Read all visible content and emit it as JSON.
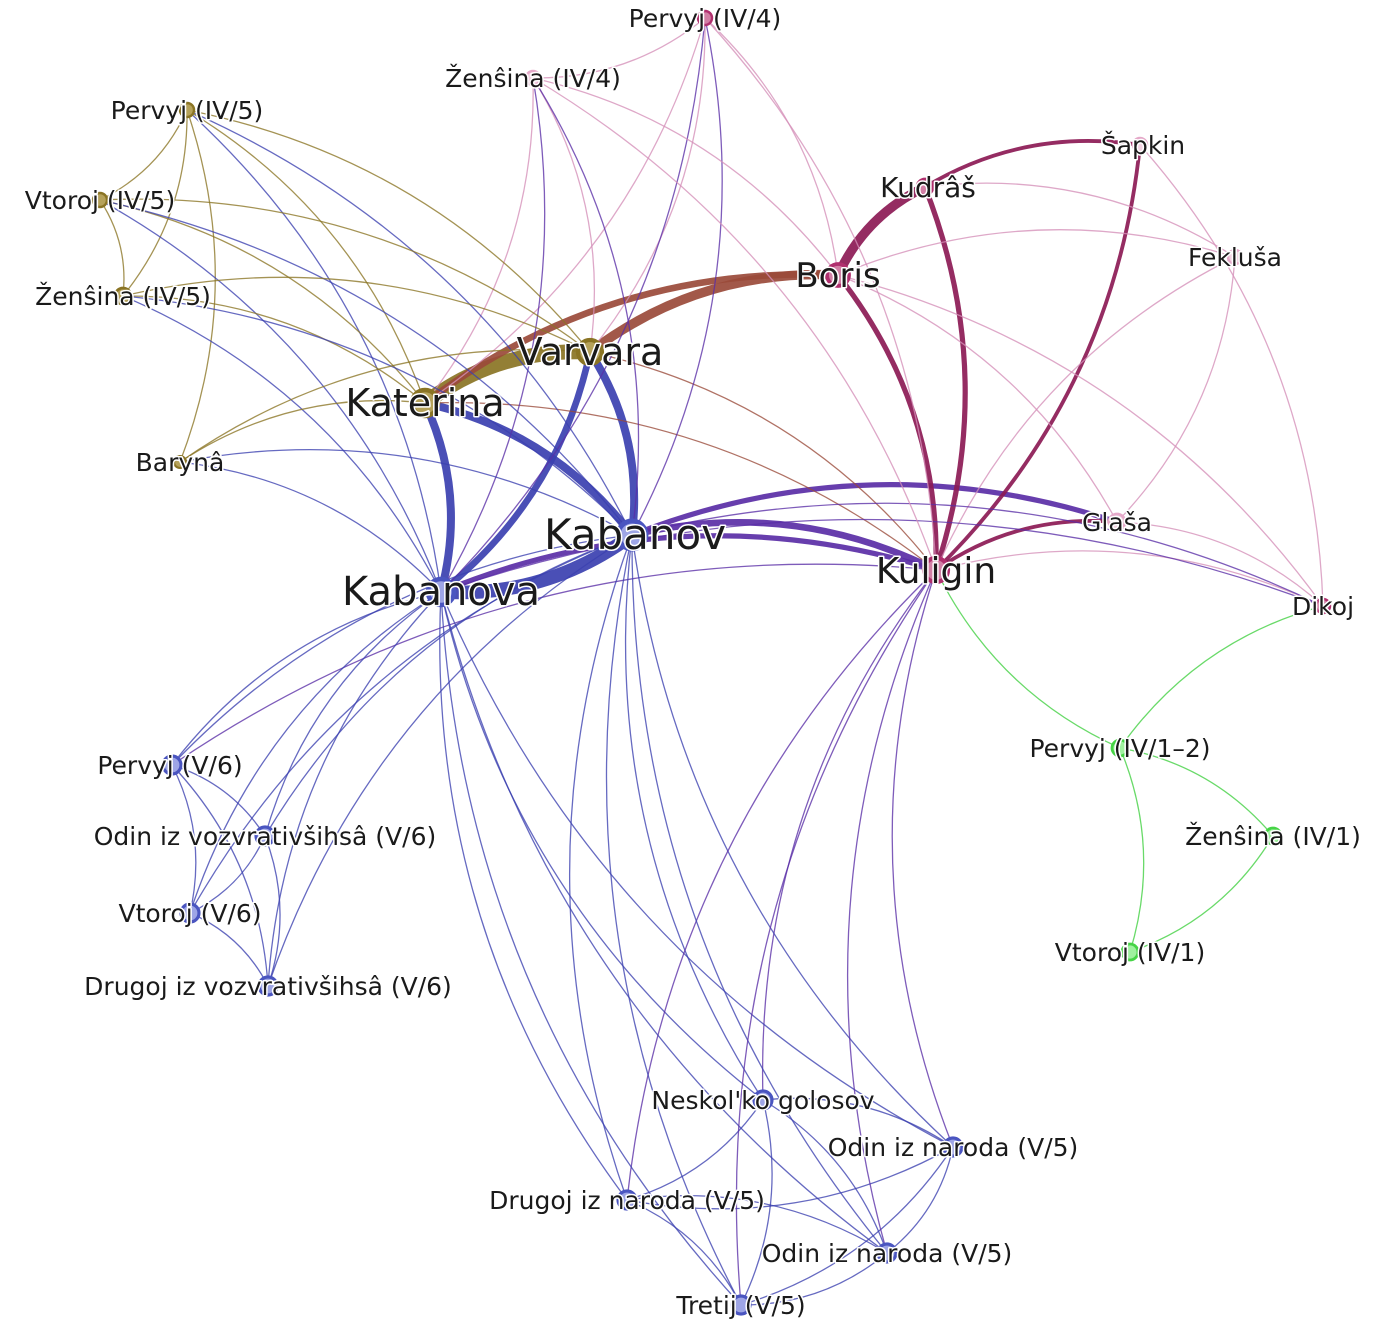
{
  "colors": {
    "gold": "#8a7424",
    "magenta": "#8c1a55",
    "pink": "#d58fb8",
    "blue": "#3b40b0",
    "violet": "#5a2ea6",
    "green": "#3fcf3f",
    "brown": "#9a4a3a"
  },
  "nodes": [
    {
      "id": "pervyj_iv4",
      "label": "Pervyj (IV/4)",
      "group": "magenta"
    },
    {
      "id": "zensina_iv4",
      "label": "Ženŝina (IV/4)",
      "group": "pink"
    },
    {
      "id": "pervyj_iv5",
      "label": "Pervyj (IV/5)",
      "group": "gold"
    },
    {
      "id": "vtoroj_iv5",
      "label": "Vtoroj (IV/5)",
      "group": "gold"
    },
    {
      "id": "zensina_iv5",
      "label": "Ženŝina (IV/5)",
      "group": "gold"
    },
    {
      "id": "baryna",
      "label": "Barynâ",
      "group": "gold"
    },
    {
      "id": "katerina",
      "label": "Katerina",
      "group": "gold"
    },
    {
      "id": "varvara",
      "label": "Varvara",
      "group": "gold"
    },
    {
      "id": "kabanov",
      "label": "Kabanov",
      "group": "blue"
    },
    {
      "id": "kabanova",
      "label": "Kabanova",
      "group": "blue"
    },
    {
      "id": "boris",
      "label": "Boris",
      "group": "magenta"
    },
    {
      "id": "kudras",
      "label": "Kudrâš",
      "group": "magenta"
    },
    {
      "id": "sapkin",
      "label": "Šapkin",
      "group": "pink"
    },
    {
      "id": "feklusa",
      "label": "Fekluša",
      "group": "pink"
    },
    {
      "id": "glasa",
      "label": "Glaša",
      "group": "pink"
    },
    {
      "id": "kuligin",
      "label": "Kuligin",
      "group": "magenta"
    },
    {
      "id": "dikoj",
      "label": "Dikoj",
      "group": "magenta"
    },
    {
      "id": "pervyj_iv12",
      "label": "Pervyj (IV/1–2)",
      "group": "green"
    },
    {
      "id": "zensina_iv1",
      "label": "Ženŝina (IV/1)",
      "group": "green"
    },
    {
      "id": "vtoroj_iv1",
      "label": "Vtoroj (IV/1)",
      "group": "green"
    },
    {
      "id": "pervyj_v6",
      "label": "Pervyj (V/6)",
      "group": "blue"
    },
    {
      "id": "odin_vozvr_v6",
      "label": "Odin iz vozvrativšihsâ (V/6)",
      "group": "blue"
    },
    {
      "id": "vtoroj_v6",
      "label": "Vtoroj (V/6)",
      "group": "blue"
    },
    {
      "id": "drugoj_vozvr_v6",
      "label": "Drugoj iz vozvrativšihsâ (V/6)",
      "group": "blue"
    },
    {
      "id": "neskolko",
      "label": "Neskol'ko golosov",
      "group": "blue"
    },
    {
      "id": "odin_naroda_a",
      "label": "Odin iz naroda (V/5)",
      "group": "blue"
    },
    {
      "id": "drugoj_naroda",
      "label": "Drugoj iz naroda (V/5)",
      "group": "blue"
    },
    {
      "id": "odin_naroda_b",
      "label": "Odin iz naroda (V/5)",
      "group": "blue"
    },
    {
      "id": "tretij_v5",
      "label": "Tretij (V/5)",
      "group": "blue"
    }
  ],
  "edges": [
    {
      "source": "katerina",
      "target": "varvara",
      "weight": 10,
      "color": "gold"
    },
    {
      "source": "katerina",
      "target": "kabanova",
      "weight": 5,
      "color": "blue"
    },
    {
      "source": "katerina",
      "target": "kabanov",
      "weight": 5,
      "color": "blue"
    },
    {
      "source": "kabanov",
      "target": "kabanova",
      "weight": 9,
      "color": "blue"
    },
    {
      "source": "varvara",
      "target": "kabanova",
      "weight": 4,
      "color": "blue"
    },
    {
      "source": "varvara",
      "target": "kabanov",
      "weight": 5,
      "color": "blue"
    },
    {
      "source": "varvara",
      "target": "boris",
      "weight": 6,
      "color": "brown"
    },
    {
      "source": "katerina",
      "target": "boris",
      "weight": 4,
      "color": "brown"
    },
    {
      "source": "kabanov",
      "target": "kuligin",
      "weight": 4,
      "color": "violet"
    },
    {
      "source": "kabanova",
      "target": "kuligin",
      "weight": 3,
      "color": "violet"
    },
    {
      "source": "kabanov",
      "target": "glasa",
      "weight": 3,
      "color": "violet"
    },
    {
      "source": "boris",
      "target": "kudras",
      "weight": 6,
      "color": "magenta"
    },
    {
      "source": "boris",
      "target": "kuligin",
      "weight": 3,
      "color": "magenta"
    },
    {
      "source": "kudras",
      "target": "kuligin",
      "weight": 3,
      "color": "magenta"
    },
    {
      "source": "sapkin",
      "target": "kuligin",
      "weight": 2,
      "color": "magenta"
    },
    {
      "source": "kudras",
      "target": "sapkin",
      "weight": 2,
      "color": "magenta"
    },
    {
      "source": "boris",
      "target": "feklusa",
      "weight": 1,
      "color": "pink"
    },
    {
      "source": "boris",
      "target": "glasa",
      "weight": 1,
      "color": "pink"
    },
    {
      "source": "boris",
      "target": "dikoj",
      "weight": 1,
      "color": "pink"
    },
    {
      "source": "kuligin",
      "target": "glasa",
      "weight": 2,
      "color": "magenta"
    },
    {
      "source": "kuligin",
      "target": "dikoj",
      "weight": 1,
      "color": "pink"
    },
    {
      "source": "kuligin",
      "target": "feklusa",
      "weight": 1,
      "color": "pink"
    },
    {
      "source": "glasa",
      "target": "dikoj",
      "weight": 1,
      "color": "pink"
    },
    {
      "source": "feklusa",
      "target": "glasa",
      "weight": 1,
      "color": "pink"
    },
    {
      "source": "sapkin",
      "target": "dikoj",
      "weight": 1,
      "color": "pink"
    },
    {
      "source": "kudras",
      "target": "feklusa",
      "weight": 1,
      "color": "pink"
    },
    {
      "source": "varvara",
      "target": "kuligin",
      "weight": 1,
      "color": "brown"
    },
    {
      "source": "katerina",
      "target": "kuligin",
      "weight": 1,
      "color": "brown"
    },
    {
      "source": "kabanova",
      "target": "dikoj",
      "weight": 1,
      "color": "violet"
    },
    {
      "source": "kabanov",
      "target": "dikoj",
      "weight": 1,
      "color": "violet"
    },
    {
      "source": "pervyj_iv4",
      "target": "zensina_iv4",
      "weight": 1,
      "color": "pink"
    },
    {
      "source": "pervyj_iv4",
      "target": "katerina",
      "weight": 1,
      "color": "pink"
    },
    {
      "source": "pervyj_iv4",
      "target": "varvara",
      "weight": 1,
      "color": "pink"
    },
    {
      "source": "pervyj_iv4",
      "target": "kabanova",
      "weight": 1,
      "color": "violet"
    },
    {
      "source": "pervyj_iv4",
      "target": "kabanov",
      "weight": 1,
      "color": "violet"
    },
    {
      "source": "pervyj_iv4",
      "target": "kuligin",
      "weight": 1,
      "color": "pink"
    },
    {
      "source": "pervyj_iv4",
      "target": "boris",
      "weight": 1,
      "color": "pink"
    },
    {
      "source": "zensina_iv4",
      "target": "katerina",
      "weight": 1,
      "color": "pink"
    },
    {
      "source": "zensina_iv4",
      "target": "varvara",
      "weight": 1,
      "color": "pink"
    },
    {
      "source": "zensina_iv4",
      "target": "kabanova",
      "weight": 1,
      "color": "violet"
    },
    {
      "source": "zensina_iv4",
      "target": "kabanov",
      "weight": 1,
      "color": "violet"
    },
    {
      "source": "zensina_iv4",
      "target": "kuligin",
      "weight": 1,
      "color": "pink"
    },
    {
      "source": "zensina_iv4",
      "target": "boris",
      "weight": 1,
      "color": "pink"
    },
    {
      "source": "pervyj_iv5",
      "target": "vtoroj_iv5",
      "weight": 1,
      "color": "gold"
    },
    {
      "source": "pervyj_iv5",
      "target": "zensina_iv5",
      "weight": 1,
      "color": "gold"
    },
    {
      "source": "pervyj_iv5",
      "target": "katerina",
      "weight": 1,
      "color": "gold"
    },
    {
      "source": "pervyj_iv5",
      "target": "varvara",
      "weight": 1,
      "color": "gold"
    },
    {
      "source": "pervyj_iv5",
      "target": "baryna",
      "weight": 1,
      "color": "gold"
    },
    {
      "source": "pervyj_iv5",
      "target": "kabanova",
      "weight": 1,
      "color": "blue"
    },
    {
      "source": "pervyj_iv5",
      "target": "kabanov",
      "weight": 1,
      "color": "blue"
    },
    {
      "source": "vtoroj_iv5",
      "target": "zensina_iv5",
      "weight": 1,
      "color": "gold"
    },
    {
      "source": "vtoroj_iv5",
      "target": "katerina",
      "weight": 1,
      "color": "gold"
    },
    {
      "source": "vtoroj_iv5",
      "target": "varvara",
      "weight": 1,
      "color": "gold"
    },
    {
      "source": "vtoroj_iv5",
      "target": "kabanova",
      "weight": 1,
      "color": "blue"
    },
    {
      "source": "vtoroj_iv5",
      "target": "kabanov",
      "weight": 1,
      "color": "blue"
    },
    {
      "source": "zensina_iv5",
      "target": "katerina",
      "weight": 1,
      "color": "gold"
    },
    {
      "source": "zensina_iv5",
      "target": "varvara",
      "weight": 1,
      "color": "gold"
    },
    {
      "source": "zensina_iv5",
      "target": "kabanova",
      "weight": 1,
      "color": "blue"
    },
    {
      "source": "zensina_iv5",
      "target": "kabanov",
      "weight": 1,
      "color": "blue"
    },
    {
      "source": "baryna",
      "target": "katerina",
      "weight": 1,
      "color": "gold"
    },
    {
      "source": "baryna",
      "target": "varvara",
      "weight": 1,
      "color": "gold"
    },
    {
      "source": "baryna",
      "target": "kabanova",
      "weight": 1,
      "color": "blue"
    },
    {
      "source": "baryna",
      "target": "kabanov",
      "weight": 1,
      "color": "blue"
    },
    {
      "source": "pervyj_iv12",
      "target": "zensina_iv1",
      "weight": 1,
      "color": "green"
    },
    {
      "source": "pervyj_iv12",
      "target": "vtoroj_iv1",
      "weight": 1,
      "color": "green"
    },
    {
      "source": "zensina_iv1",
      "target": "vtoroj_iv1",
      "weight": 1,
      "color": "green"
    },
    {
      "source": "pervyj_iv12",
      "target": "kuligin",
      "weight": 1,
      "color": "green"
    },
    {
      "source": "pervyj_iv12",
      "target": "dikoj",
      "weight": 1,
      "color": "green"
    },
    {
      "source": "pervyj_v6",
      "target": "odin_vozvr_v6",
      "weight": 1,
      "color": "blue"
    },
    {
      "source": "pervyj_v6",
      "target": "vtoroj_v6",
      "weight": 1,
      "color": "blue"
    },
    {
      "source": "pervyj_v6",
      "target": "drugoj_vozvr_v6",
      "weight": 1,
      "color": "blue"
    },
    {
      "source": "odin_vozvr_v6",
      "target": "vtoroj_v6",
      "weight": 1,
      "color": "blue"
    },
    {
      "source": "odin_vozvr_v6",
      "target": "drugoj_vozvr_v6",
      "weight": 1,
      "color": "blue"
    },
    {
      "source": "vtoroj_v6",
      "target": "drugoj_vozvr_v6",
      "weight": 1,
      "color": "blue"
    },
    {
      "source": "pervyj_v6",
      "target": "kabanova",
      "weight": 1,
      "color": "blue"
    },
    {
      "source": "pervyj_v6",
      "target": "kabanov",
      "weight": 1,
      "color": "blue"
    },
    {
      "source": "pervyj_v6",
      "target": "kuligin",
      "weight": 1,
      "color": "violet"
    },
    {
      "source": "odin_vozvr_v6",
      "target": "kabanova",
      "weight": 1,
      "color": "blue"
    },
    {
      "source": "odin_vozvr_v6",
      "target": "kabanov",
      "weight": 1,
      "color": "blue"
    },
    {
      "source": "vtoroj_v6",
      "target": "kabanova",
      "weight": 1,
      "color": "blue"
    },
    {
      "source": "vtoroj_v6",
      "target": "kabanov",
      "weight": 1,
      "color": "blue"
    },
    {
      "source": "drugoj_vozvr_v6",
      "target": "kabanova",
      "weight": 1,
      "color": "blue"
    },
    {
      "source": "drugoj_vozvr_v6",
      "target": "kabanov",
      "weight": 1,
      "color": "blue"
    },
    {
      "source": "neskolko",
      "target": "odin_naroda_a",
      "weight": 1,
      "color": "blue"
    },
    {
      "source": "neskolko",
      "target": "drugoj_naroda",
      "weight": 1,
      "color": "blue"
    },
    {
      "source": "neskolko",
      "target": "odin_naroda_b",
      "weight": 1,
      "color": "blue"
    },
    {
      "source": "neskolko",
      "target": "tretij_v5",
      "weight": 1,
      "color": "blue"
    },
    {
      "source": "odin_naroda_a",
      "target": "drugoj_naroda",
      "weight": 1,
      "color": "blue"
    },
    {
      "source": "odin_naroda_a",
      "target": "odin_naroda_b",
      "weight": 1,
      "color": "blue"
    },
    {
      "source": "odin_naroda_a",
      "target": "tretij_v5",
      "weight": 1,
      "color": "blue"
    },
    {
      "source": "drugoj_naroda",
      "target": "odin_naroda_b",
      "weight": 1,
      "color": "blue"
    },
    {
      "source": "drugoj_naroda",
      "target": "tretij_v5",
      "weight": 1,
      "color": "blue"
    },
    {
      "source": "odin_naroda_b",
      "target": "tretij_v5",
      "weight": 1,
      "color": "blue"
    },
    {
      "source": "neskolko",
      "target": "kabanova",
      "weight": 1,
      "color": "blue"
    },
    {
      "source": "neskolko",
      "target": "kabanov",
      "weight": 1,
      "color": "blue"
    },
    {
      "source": "neskolko",
      "target": "kuligin",
      "weight": 1,
      "color": "violet"
    },
    {
      "source": "odin_naroda_a",
      "target": "kabanova",
      "weight": 1,
      "color": "blue"
    },
    {
      "source": "odin_naroda_a",
      "target": "kabanov",
      "weight": 1,
      "color": "blue"
    },
    {
      "source": "odin_naroda_a",
      "target": "kuligin",
      "weight": 1,
      "color": "violet"
    },
    {
      "source": "drugoj_naroda",
      "target": "kabanova",
      "weight": 1,
      "color": "blue"
    },
    {
      "source": "drugoj_naroda",
      "target": "kabanov",
      "weight": 1,
      "color": "blue"
    },
    {
      "source": "drugoj_naroda",
      "target": "kuligin",
      "weight": 1,
      "color": "violet"
    },
    {
      "source": "odin_naroda_b",
      "target": "kabanova",
      "weight": 1,
      "color": "blue"
    },
    {
      "source": "odin_naroda_b",
      "target": "kabanov",
      "weight": 1,
      "color": "blue"
    },
    {
      "source": "odin_naroda_b",
      "target": "kuligin",
      "weight": 1,
      "color": "violet"
    },
    {
      "source": "tretij_v5",
      "target": "kabanova",
      "weight": 1,
      "color": "blue"
    },
    {
      "source": "tretij_v5",
      "target": "kabanov",
      "weight": 1,
      "color": "blue"
    },
    {
      "source": "tretij_v5",
      "target": "kuligin",
      "weight": 1,
      "color": "violet"
    }
  ]
}
